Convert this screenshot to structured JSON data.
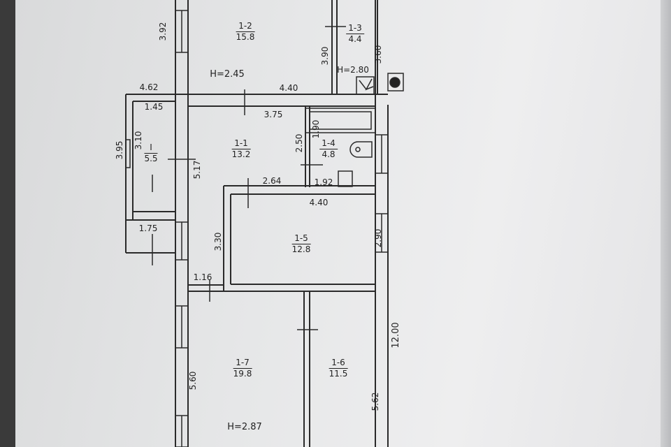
{
  "rooms": [
    {
      "id": "1-2",
      "area": "15.8"
    },
    {
      "id": "1-3",
      "area": "4.4"
    },
    {
      "id": "I",
      "area": "5.5"
    },
    {
      "id": "1-1",
      "area": "13.2"
    },
    {
      "id": "1-4",
      "area": "4.8"
    },
    {
      "id": "1-5",
      "area": "12.8"
    },
    {
      "id": "1-7",
      "area": "19.8"
    },
    {
      "id": "1-6",
      "area": "11.5"
    }
  ],
  "heights": [
    "H=2.45",
    "H=2.80",
    "H=2.87"
  ],
  "dimensions": [
    "3.92",
    "3.90",
    "3.60",
    "4.62",
    "4.40",
    "1.45",
    "3.75",
    "3.95",
    "3.10",
    "2.50",
    "1.90",
    "5.17",
    "2.64",
    "1.92",
    "4.40",
    "1.75",
    "3.30",
    "2.90",
    "1.16",
    "12.00",
    "5.60",
    "5.62"
  ]
}
